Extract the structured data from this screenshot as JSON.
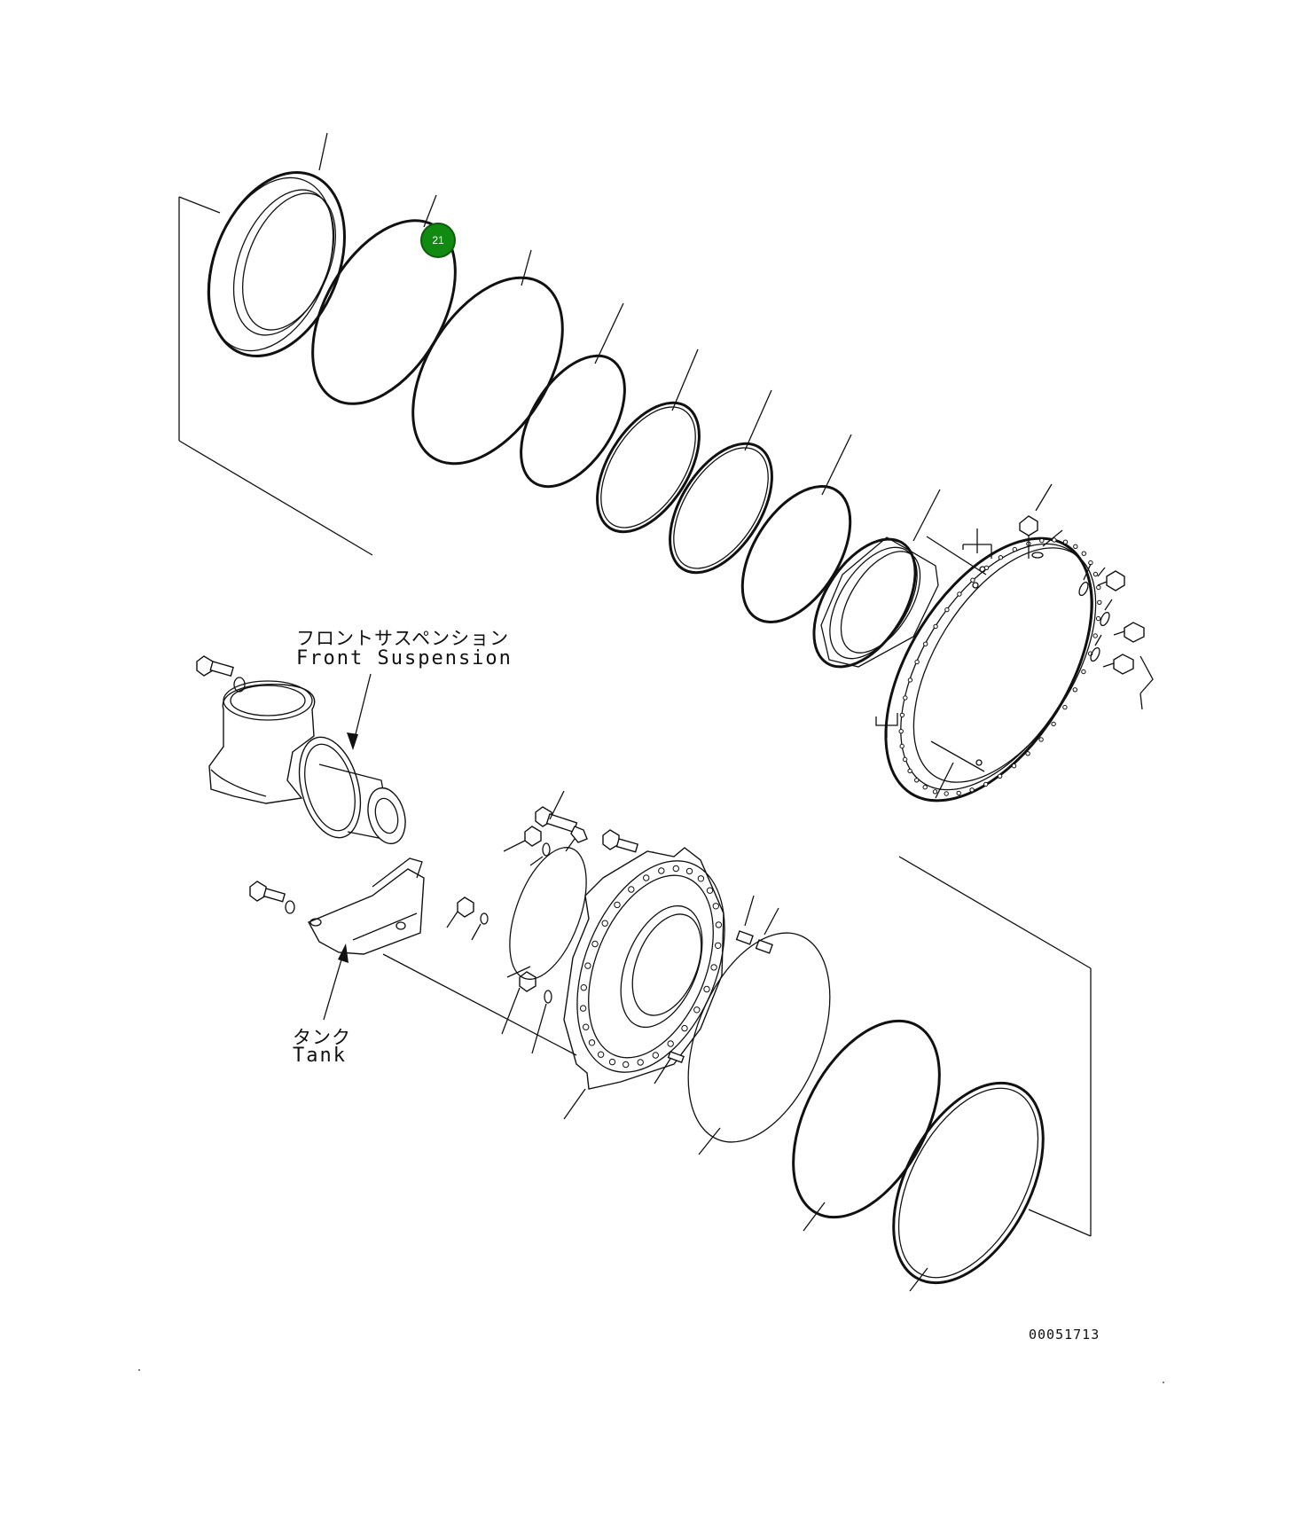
{
  "labels": {
    "front_suspension_jp": "フロントサスペンション",
    "front_suspension_en": "Front Suspension",
    "tank_jp": "タンク",
    "tank_en": "Tank"
  },
  "callout": {
    "number": "21",
    "color": "#118a11"
  },
  "drawing_number": "00051713"
}
